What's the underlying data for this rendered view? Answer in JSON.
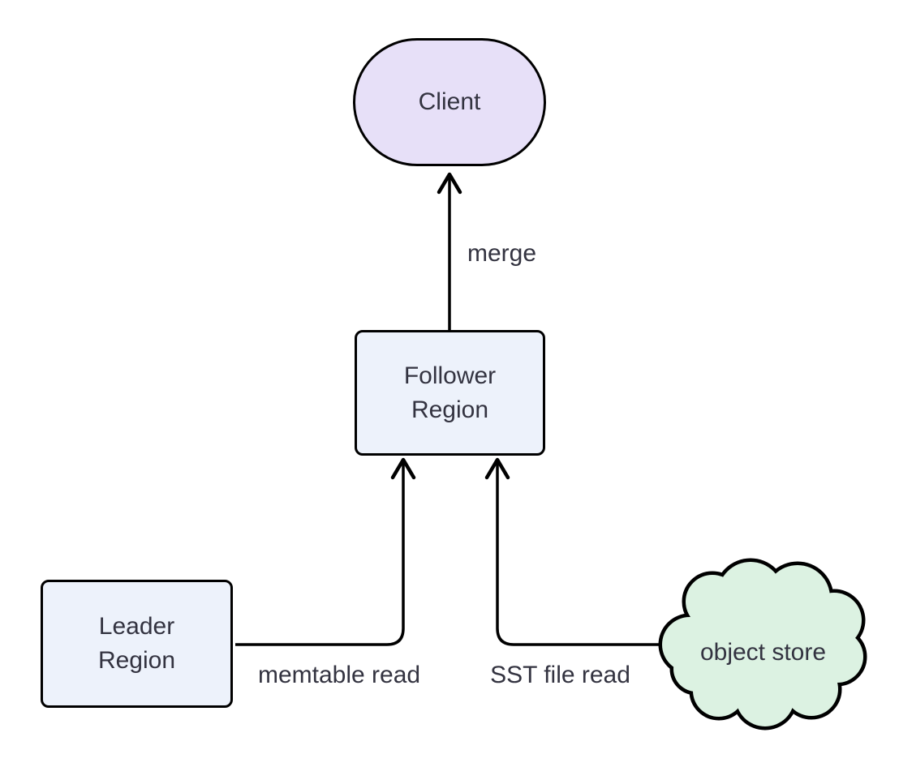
{
  "diagram": {
    "type": "flowchart",
    "background": "#ffffff",
    "stroke": "#000000",
    "text_color": "#333340",
    "nodes": {
      "client": {
        "label": "Client",
        "shape": "stadium",
        "fill": "#e7e0f8"
      },
      "follower": {
        "label": "Follower Region",
        "lines": [
          "Follower",
          "Region"
        ],
        "shape": "rounded-rect",
        "fill": "#edf2fb"
      },
      "leader": {
        "label": "Leader Region",
        "lines": [
          "Leader",
          "Region"
        ],
        "shape": "rounded-rect",
        "fill": "#edf2fb"
      },
      "object_store": {
        "label": "object store",
        "shape": "cloud",
        "fill": "#dcf2e2"
      }
    },
    "edges": [
      {
        "from": "follower",
        "to": "client",
        "label": "merge"
      },
      {
        "from": "leader",
        "to": "follower",
        "label": "memtable read"
      },
      {
        "from": "object_store",
        "to": "follower",
        "label": "SST file read"
      }
    ]
  }
}
